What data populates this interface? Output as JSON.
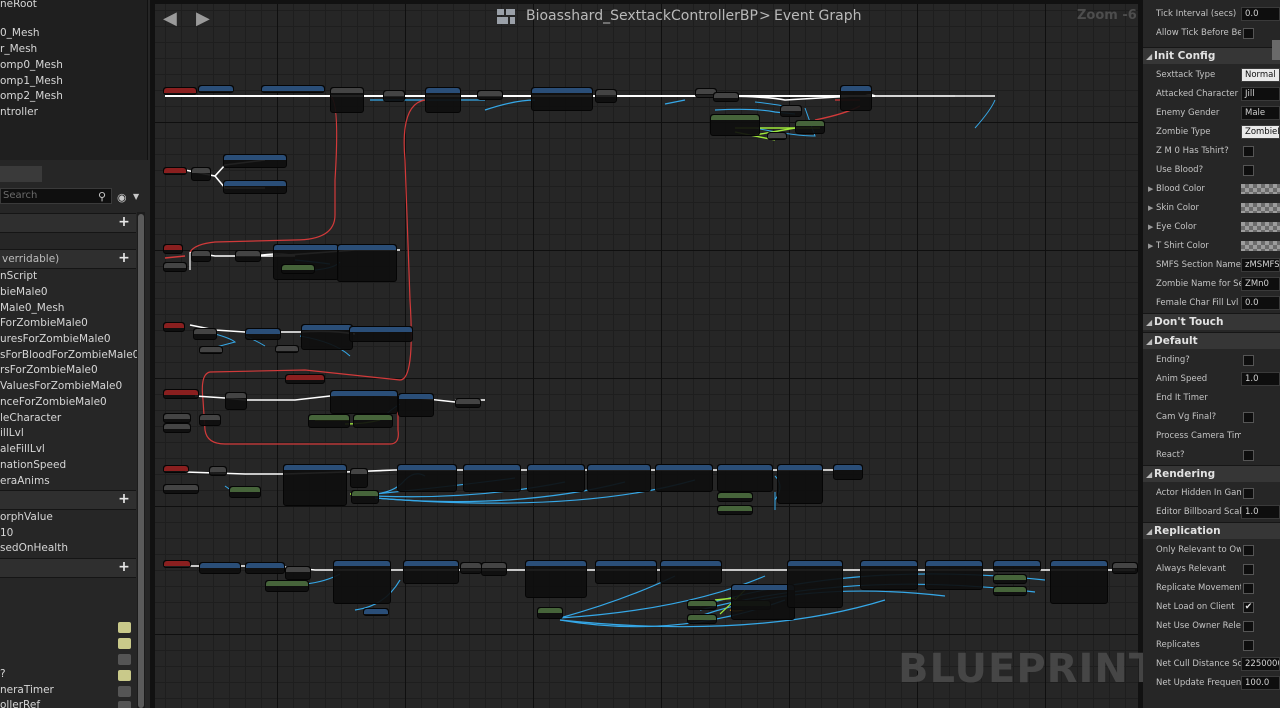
{
  "left_panel": {
    "components": [
      "neRoot",
      "0_Mesh",
      "r_Mesh",
      "omp0_Mesh",
      "omp1_Mesh",
      "omp2_Mesh",
      "ntroller"
    ],
    "search_placeholder": "Search",
    "functions_header": "verridable)",
    "functions": [
      "nScript",
      "bieMale0",
      "Male0_Mesh",
      "ForZombieMale0",
      "uresForZombieMale0",
      "sForBloodForZombieMale0",
      "rsForZombieMale0",
      "ValuesForZombieMale0",
      "nceForZombieMale0",
      "leCharacter",
      "illLvl",
      "aleFillLvl",
      "nationSpeed",
      "eraAnims"
    ],
    "macros": [
      "orphValue",
      "10",
      "sedOnHealth"
    ],
    "variables": [
      "?",
      "neraTimer",
      "ollerRef"
    ]
  },
  "toolbar": {
    "back_icon": "arrow-left-icon",
    "forward_icon": "arrow-right-icon",
    "blueprint_name": "Bioasshard_SexttackControllerBP",
    "separator": ">",
    "graph_name": "Event Graph",
    "zoom": "Zoom -6"
  },
  "watermark": "BLUEPRINT",
  "colors": {
    "exec_wire": "#ffffff",
    "data_wire_blue": "#35a8e8",
    "data_wire_green": "#9fe83a",
    "reroute_red": "#d23a3a",
    "node_header_red": "#8a1f1f",
    "node_header_blue": "#2a4e78"
  },
  "details": {
    "top_rows": [
      {
        "label": "Tick Interval (secs)",
        "type": "value",
        "value": "0.0"
      },
      {
        "label": "Allow Tick Before Be",
        "type": "check",
        "checked": false
      }
    ],
    "categories": [
      {
        "name": "Init Config",
        "rows": [
          {
            "label": "Sexttack Type",
            "type": "value",
            "value": "Normal I",
            "light": true
          },
          {
            "label": "Attacked Character",
            "type": "value",
            "value": "Jill"
          },
          {
            "label": "Enemy Gender",
            "type": "value",
            "value": "Male"
          },
          {
            "label": "Zombie Type",
            "type": "value",
            "value": "ZombieM",
            "light": true
          },
          {
            "label": "Z M 0 Has Tshirt?",
            "type": "check",
            "checked": false
          },
          {
            "label": "Use Blood?",
            "type": "check",
            "checked": false
          },
          {
            "label": "Blood Color",
            "type": "swatch",
            "expandable": true
          },
          {
            "label": "Skin Color",
            "type": "swatch",
            "expandable": true
          },
          {
            "label": "Eye Color",
            "type": "swatch",
            "expandable": true
          },
          {
            "label": "T Shirt Color",
            "type": "swatch",
            "expandable": true
          },
          {
            "label": "SMFS Section Name",
            "type": "value",
            "value": "zMSMFS"
          },
          {
            "label": "Zombie Name for Se",
            "type": "value",
            "value": "ZMn0"
          },
          {
            "label": "Female Char Fill Lvl",
            "type": "value",
            "value": "0.0"
          }
        ]
      },
      {
        "name": "Don't Touch",
        "rows": []
      },
      {
        "name": "Default",
        "rows": [
          {
            "label": "Ending?",
            "type": "check",
            "checked": false
          },
          {
            "label": "Anim Speed",
            "type": "value",
            "value": "1.0"
          },
          {
            "label": "End It Timer",
            "type": "none"
          },
          {
            "label": "Cam Vg Final?",
            "type": "check",
            "checked": false
          },
          {
            "label": "Process Camera Tim",
            "type": "none"
          },
          {
            "label": "React?",
            "type": "check",
            "checked": false
          }
        ]
      },
      {
        "name": "Rendering",
        "rows": [
          {
            "label": "Actor Hidden In Gam",
            "type": "check",
            "checked": false
          },
          {
            "label": "Editor Billboard Scale",
            "type": "value",
            "value": "1.0"
          }
        ]
      },
      {
        "name": "Replication",
        "rows": [
          {
            "label": "Only Relevant to Ow",
            "type": "check",
            "checked": false
          },
          {
            "label": "Always Relevant",
            "type": "check",
            "checked": false
          },
          {
            "label": "Replicate Movement",
            "type": "check",
            "checked": false
          },
          {
            "label": "Net Load on Client",
            "type": "check",
            "checked": true
          },
          {
            "label": "Net Use Owner Relev",
            "type": "check",
            "checked": false
          },
          {
            "label": "Replicates",
            "type": "check",
            "checked": false
          },
          {
            "label": "Net Cull Distance Sq",
            "type": "value",
            "value": "2250000"
          },
          {
            "label": "Net Update Frequenc",
            "type": "value",
            "value": "100.0"
          }
        ]
      }
    ]
  }
}
